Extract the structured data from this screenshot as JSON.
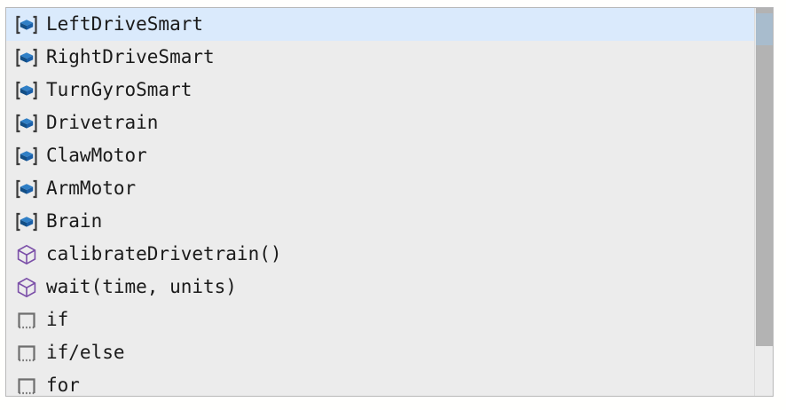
{
  "panel": {
    "name": "autocomplete-symbol-list",
    "background_color": "#ececec",
    "border_color": "#b8b8b8",
    "selected_row_color": "#daeafc",
    "text_color": "#1a1a1a"
  },
  "icons": {
    "device": {
      "semantic": "bracketed-blue-cube-icon",
      "color": "#1a5fa8",
      "bracket_color": "#3b3b3b"
    },
    "function": {
      "semantic": "purple-cube-outline-icon",
      "color": "#7b4fa8"
    },
    "block": {
      "semantic": "dotted-bottom-square-icon",
      "color": "#6e6e6e"
    }
  },
  "scrollbar": {
    "name": "vertical-scrollbar",
    "thumb_color": "#b3b3b3",
    "track_color": "#ececec"
  },
  "list": {
    "items": [
      {
        "label": "LeftDriveSmart",
        "icon": "device",
        "selected": true
      },
      {
        "label": "RightDriveSmart",
        "icon": "device",
        "selected": false
      },
      {
        "label": "TurnGyroSmart",
        "icon": "device",
        "selected": false
      },
      {
        "label": "Drivetrain",
        "icon": "device",
        "selected": false
      },
      {
        "label": "ClawMotor",
        "icon": "device",
        "selected": false
      },
      {
        "label": "ArmMotor",
        "icon": "device",
        "selected": false
      },
      {
        "label": "Brain",
        "icon": "device",
        "selected": false
      },
      {
        "label": "calibrateDrivetrain()",
        "icon": "function",
        "selected": false
      },
      {
        "label": "wait(time, units)",
        "icon": "function",
        "selected": false
      },
      {
        "label": "if",
        "icon": "block",
        "selected": false
      },
      {
        "label": "if/else",
        "icon": "block",
        "selected": false
      },
      {
        "label": "for",
        "icon": "block",
        "selected": false
      }
    ]
  }
}
